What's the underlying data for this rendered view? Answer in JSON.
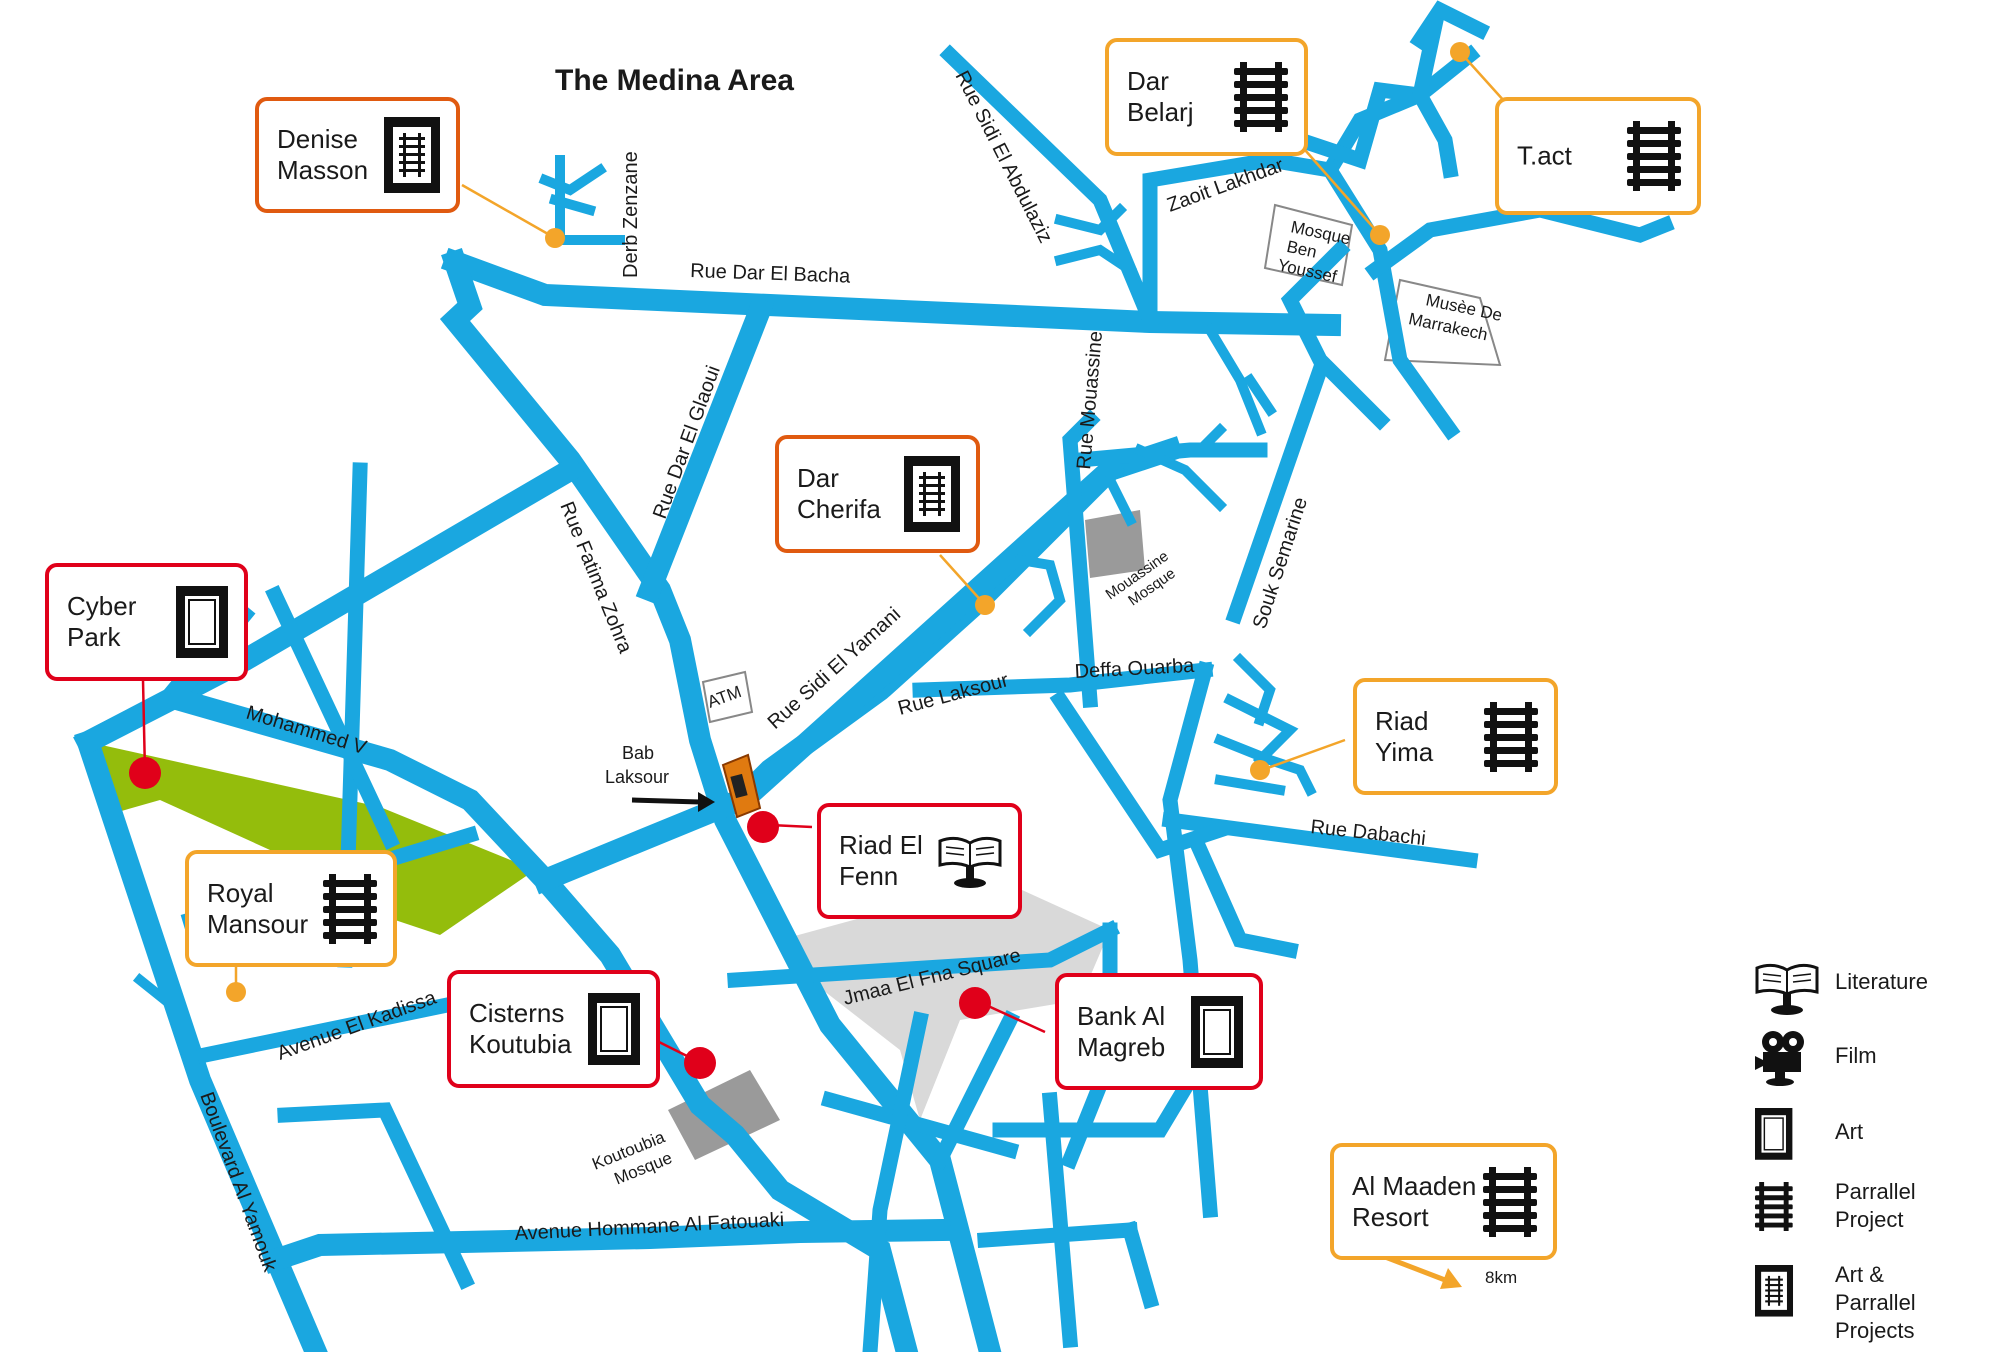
{
  "map": {
    "title": "The Medina Area",
    "colors": {
      "road": "#1aa7e0",
      "park": "#94bd0c",
      "square": "#d9d9d9",
      "building": "#9a9a9a",
      "art": "#e0001a",
      "art_parallel": "#e05a10",
      "parallel": "#f3a52a"
    },
    "streets": {
      "derb_zenzane": "Derb Zenzane",
      "rue_dar_el_bacha": "Rue Dar El Bacha",
      "rue_sidi_el_abdulaziz": "Rue Sidi El Abdulaziz",
      "zaoit_lakhdar": "Zaoit Lakhdar",
      "rue_dar_el_glaoui": "Rue Dar El Glaoui",
      "rue_mouassine": "Rue Mouassine",
      "rue_fatima_zohra": "Rue Fatima Zohra",
      "rue_sidi_el_yamani": "Rue Sidi El Yamani",
      "rue_laksour": "Rue Laksour",
      "deffa_ouarba": "Deffa Ouarba",
      "souk_semarine": "Souk Semarine",
      "mohammed_v": "Mohammed V",
      "rue_dabachi": "Rue Dabachi",
      "avenue_el_kadissa": "Avenue El Kadissa",
      "boulevard_al_yamouk": "Boulevard Al Yamouk",
      "avenue_hommane": "Avenue Hommane Al Fatouaki",
      "jmaa_el_fna": "Jmaa El Fna Square"
    },
    "landmarks": {
      "mosque_ben_youssef": [
        "Mosque",
        "Ben",
        "Youssef"
      ],
      "musee": [
        "Musèe De",
        "Marrakech"
      ],
      "mouassine_mosque": [
        "Mouassine",
        "Mosque"
      ],
      "koutoubia_mosque": [
        "Koutoubia",
        "Mosque"
      ],
      "atm": "ATM",
      "bab_laksour": [
        "Bab",
        "Laksour"
      ],
      "distance": "8km"
    },
    "venues": {
      "denise_masson": {
        "label": "Denise\nMasson",
        "category": "art-parallel",
        "icon": "art-parallel-icon"
      },
      "dar_belarj": {
        "label": "Dar\nBelarj",
        "category": "parallel",
        "icon": "parallel-icon"
      },
      "tact": {
        "label": "T.act",
        "category": "parallel",
        "icon": "parallel-icon"
      },
      "dar_cherifa": {
        "label": "Dar\nCherifa",
        "category": "art-parallel",
        "icon": "art-parallel-icon"
      },
      "cyber_park": {
        "label": "Cyber\nPark",
        "category": "art",
        "icon": "art-frame-icon"
      },
      "riad_yima": {
        "label": "Riad\nYima",
        "category": "parallel",
        "icon": "parallel-icon"
      },
      "riad_el_fenn": {
        "label": "Riad El\nFenn",
        "category": "literature",
        "icon": "book-icon"
      },
      "royal_mansour": {
        "label": "Royal\nMansour",
        "category": "parallel",
        "icon": "parallel-icon"
      },
      "cisterns_koutubia": {
        "label": "Cisterns\nKoutubia",
        "category": "art",
        "icon": "art-frame-icon"
      },
      "bank_al_magreb": {
        "label": "Bank Al\nMagreb",
        "category": "art",
        "icon": "art-frame-icon"
      },
      "al_maaden": {
        "label": "Al Maaden\nResort",
        "category": "parallel",
        "icon": "parallel-icon"
      }
    }
  },
  "legend": [
    {
      "label": "Literature",
      "icon": "book-icon"
    },
    {
      "label": "Film",
      "icon": "film-projector-icon"
    },
    {
      "label": "Art",
      "icon": "art-frame-icon"
    },
    {
      "label": "Parrallel\nProject",
      "icon": "parallel-icon"
    },
    {
      "label": "Art & Parrallel\nProjects",
      "icon": "art-parallel-icon"
    }
  ]
}
